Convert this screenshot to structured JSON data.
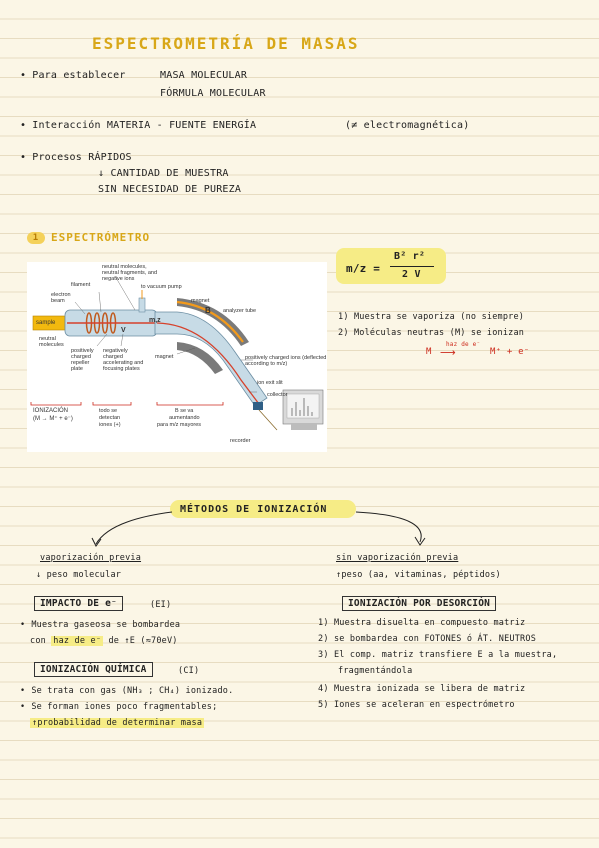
{
  "title": "ESPECTROMETRÍA DE MASAS",
  "intro": {
    "b1_prefix": "Para establecer",
    "b1_line1": "MASA MOLECULAR",
    "b1_line2": "FÓRMULA MOLECULAR",
    "b2": "Interacción MATERIA - FUENTE ENERGÍA",
    "b2_paren": "(≠ electromagnética)",
    "b3_prefix": "Procesos RÁPIDOS",
    "b3_line1": "↓ CANTIDAD DE MUESTRA",
    "b3_line2": "SIN NECESIDAD DE PUREZA"
  },
  "section1": {
    "number": "1",
    "title": "ESPECTRÓMETRO"
  },
  "diagram": {
    "sample": "sample",
    "filament": "filament",
    "electron_beam": "electron beam",
    "neutral_molecules_left": "neutral molecules",
    "neutral_top": "neutral molecules, neutral fragments, and negative ions",
    "to_vacuum_pump": "to vacuum pump",
    "magnet_top": "magnet",
    "b_vector": "B",
    "mz_label": "m,z",
    "v_label": "V",
    "positively_charged_repeller": "positively charged repeller plate",
    "negatively_charged_plates": "negatively charged accelerating and focusing plates",
    "magnet_bottom": "magnet",
    "analyzer_tube": "analyzer tube",
    "positively_charged_ions": "positively charged ions (deflected according to m/z)",
    "ion_exit_slit": "ion exit slit",
    "collector": "collector",
    "recorder": "recorder",
    "red1_line1": "IONIZACIÓN",
    "red1_line2": "(M → M⁺ + e⁻)",
    "red2_line1": "todo se",
    "red2_line2": "detectan",
    "red2_line3": "iones (+)",
    "red3_line1": "B se va",
    "red3_line2": "aumentando",
    "red3_line3": "para m/z mayores"
  },
  "formula": {
    "lhs": "m/z =",
    "numerator": "B² r²",
    "denominator": "2 V"
  },
  "steps": {
    "s1": "1) Muestra se vaporiza (no siempre)",
    "s2": "2) Moléculas neutras (M) se ionizan",
    "reaction_left": "M",
    "reaction_arrow_label": "haz de e⁻",
    "reaction_right": "M⁺ + e⁻"
  },
  "methods": {
    "title": "MÉTODOS DE IONIZACIÓN",
    "left": {
      "heading": "vaporización previa",
      "sub": "↓ peso molecular",
      "m1_title": "IMPACTO DE e⁻",
      "m1_abbr": "(EI)",
      "m1_line1": "Muestra gaseosa se bombardea",
      "m1_line2_pre": "con",
      "m1_line2_hl": "haz de e⁻",
      "m1_line2_post": "de ↑E (≈70eV)",
      "m2_title": "IONIZACIÓN QUÍMICA",
      "m2_abbr": "(CI)",
      "m2_b1": "Se trata con gas (NH₃ ; CH₄) ionizado.",
      "m2_b2": "Se forman iones poco fragmentables;",
      "m2_b3": "↑probabilidad de determinar masa"
    },
    "right": {
      "heading": "sin vaporización previa",
      "sub": "↑peso (aa, vitaminas, péptidos)",
      "m_title": "IONIZACIÓN POR DESORCIÓN",
      "r1": "1) Muestra disuelta en compuesto matriz",
      "r2": "2) se bombardea con FOTONES ó ÁT. NEUTROS",
      "r3a": "3) El comp. matriz transfiere E a la muestra,",
      "r3b": "fragmentándola",
      "r4": "4) Muestra ionizada se libera de matriz",
      "r5": "5) Iones se aceleran en espectrómetro"
    }
  },
  "colors": {
    "title_yellow": "#d8a718",
    "highlight": "#f6ec86",
    "red_note": "#cc2a1c"
  }
}
